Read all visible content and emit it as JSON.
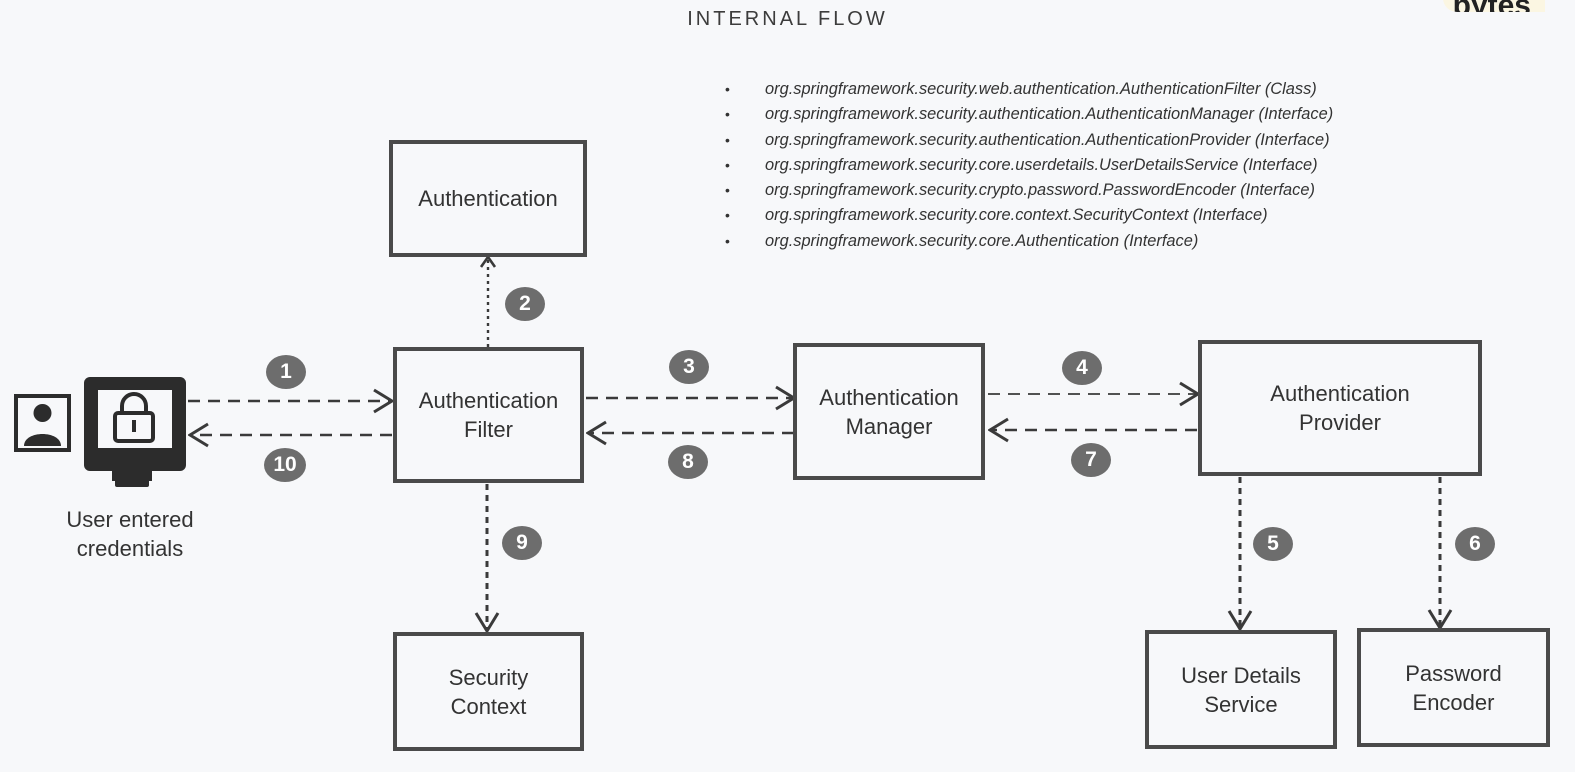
{
  "header": {
    "title": "INTERNAL FLOW",
    "corner_logo_fragment": "bytes"
  },
  "packages": [
    "org.springframework.security.web.authentication.AuthenticationFilter (Class)",
    "org.springframework.security.authentication.AuthenticationManager (Interface)",
    "org.springframework.security.authentication.AuthenticationProvider (Interface)",
    "org.springframework.security.core.userdetails.UserDetailsService (Interface)",
    "org.springframework.security.crypto.password.PasswordEncoder (Interface)",
    "org.springframework.security.core.context.SecurityContext (Interface)",
    "org.springframework.security.core.Authentication (Interface)"
  ],
  "user": {
    "caption": "User entered\ncredentials",
    "icons": [
      "user-portrait-icon",
      "monitor-lock-icon"
    ]
  },
  "boxes": {
    "authentication": "Authentication",
    "filter": "Authentication\nFilter",
    "manager": "Authentication\nManager",
    "provider": "Authentication\nProvider",
    "security_context": "Security\nContext",
    "user_details_service": "User Details\nService",
    "password_encoder": "Password\nEncoder"
  },
  "steps": [
    "1",
    "2",
    "3",
    "4",
    "5",
    "6",
    "7",
    "8",
    "9",
    "10"
  ],
  "colors": {
    "background": "#f7f8fa",
    "box_border": "#4a4a4a",
    "badge": "#6d6d6d",
    "arrow": "#3a3a3a"
  }
}
